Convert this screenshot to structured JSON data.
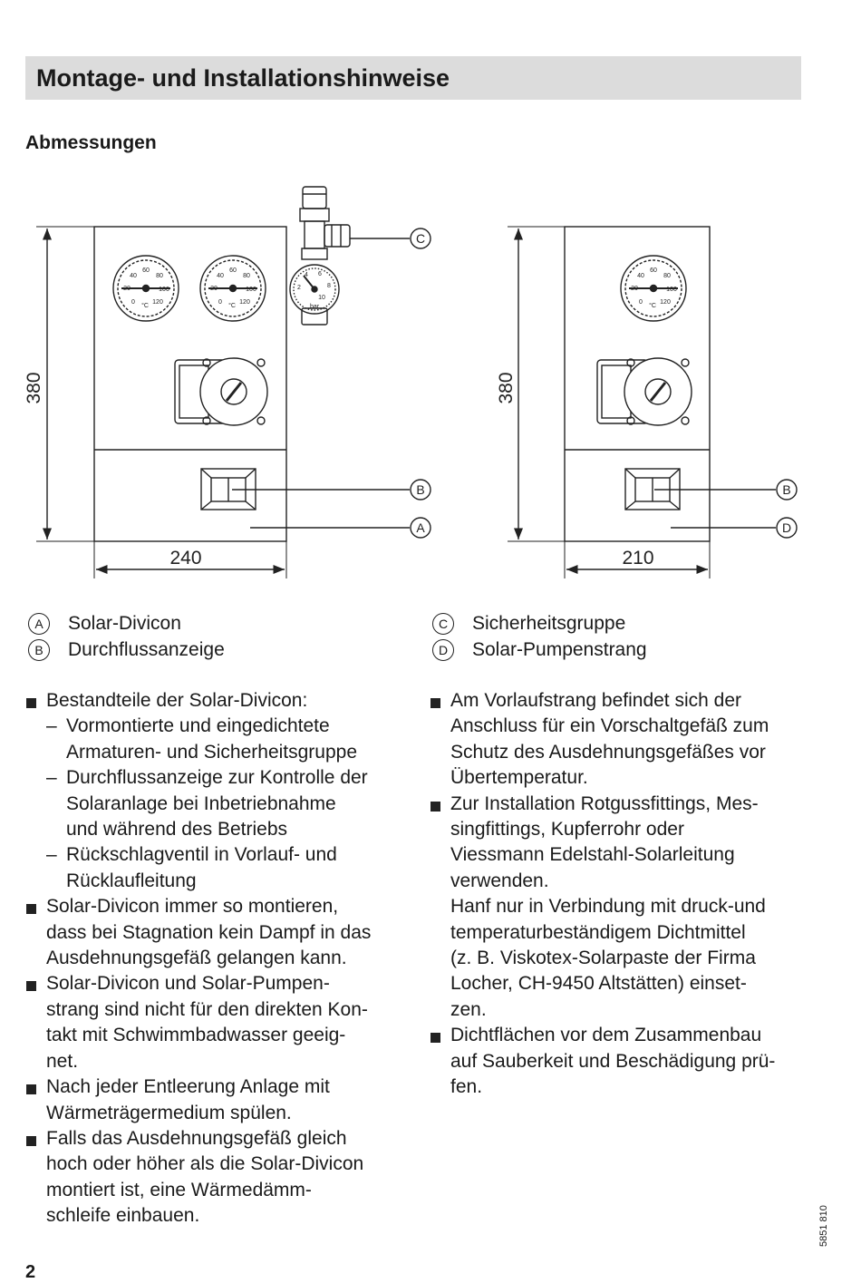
{
  "header": {
    "title": "Montage- und Installationshinweise"
  },
  "section": {
    "title": "Abmessungen"
  },
  "drawing": {
    "left": {
      "height_label": "380",
      "width_label": "240",
      "callouts": [
        "C",
        "B",
        "A"
      ],
      "thermometer_scale": [
        "40",
        "60",
        "80",
        "20",
        "100",
        "0",
        "120",
        "°C"
      ],
      "pressure_scale": [
        "2",
        "4",
        "6",
        "8",
        "10",
        "bar"
      ]
    },
    "right": {
      "height_label": "380",
      "width_label": "210",
      "callouts": [
        "B",
        "D"
      ],
      "thermometer_scale": [
        "40",
        "60",
        "80",
        "20",
        "100",
        "0",
        "120",
        "°C"
      ]
    }
  },
  "legend": {
    "left": [
      {
        "key": "A",
        "label": "Solar-Divicon"
      },
      {
        "key": "B",
        "label": "Durchflussanzeige"
      }
    ],
    "right": [
      {
        "key": "C",
        "label": "Sicherheitsgruppe"
      },
      {
        "key": "D",
        "label": "Solar-Pumpenstrang"
      }
    ]
  },
  "left_column": {
    "item1": "Bestandteile der Solar-Divicon:",
    "item1_subs": [
      [
        "Vormontierte und eingedichtete",
        "Armaturen- und Sicherheitsgruppe"
      ],
      [
        "Durchflussanzeige zur Kontrolle der",
        "Solaranlage bei Inbetriebnahme",
        "und während des Betriebs"
      ],
      [
        "Rückschlagventil in Vorlauf- und",
        "Rücklaufleitung"
      ]
    ],
    "item2": [
      "Solar-Divicon immer so montieren,",
      "dass bei Stagnation kein Dampf in das",
      "Ausdehnungsgefäß gelangen kann."
    ],
    "item3": [
      "Solar-Divicon und Solar-Pumpen-",
      "strang sind nicht für den direkten Kon-",
      "takt mit Schwimmbadwasser geeig-",
      "net."
    ],
    "item4": [
      "Nach jeder Entleerung Anlage mit",
      "Wärmeträgermedium spülen."
    ],
    "item5": [
      "Falls das Ausdehnungsgefäß gleich",
      "hoch oder höher als die Solar-Divicon",
      "montiert ist, eine Wärmedämm-",
      "schleife einbauen."
    ]
  },
  "right_column": {
    "item1": [
      "Am Vorlaufstrang befindet sich der",
      "Anschluss für ein Vorschaltgefäß zum",
      "Schutz des Ausdehnungsgefäßes vor",
      "Übertemperatur."
    ],
    "item2": [
      "Zur Installation Rotgussfittings, Mes-",
      "singfittings, Kupferrohr oder",
      "Viessmann Edelstahl-Solarleitung",
      "verwenden.",
      "Hanf nur in Verbindung mit druck-und",
      "temperaturbeständigem Dichtmittel",
      "(z. B. Viskotex-Solarpaste der Firma",
      "Locher, CH-9450 Altstätten) einset-",
      "zen."
    ],
    "item3": [
      "Dichtflächen vor dem Zusammenbau",
      "auf Sauberkeit und Beschädigung prü-",
      "fen."
    ]
  },
  "footer": {
    "page_number": "2",
    "doc_number": "5851 810"
  }
}
